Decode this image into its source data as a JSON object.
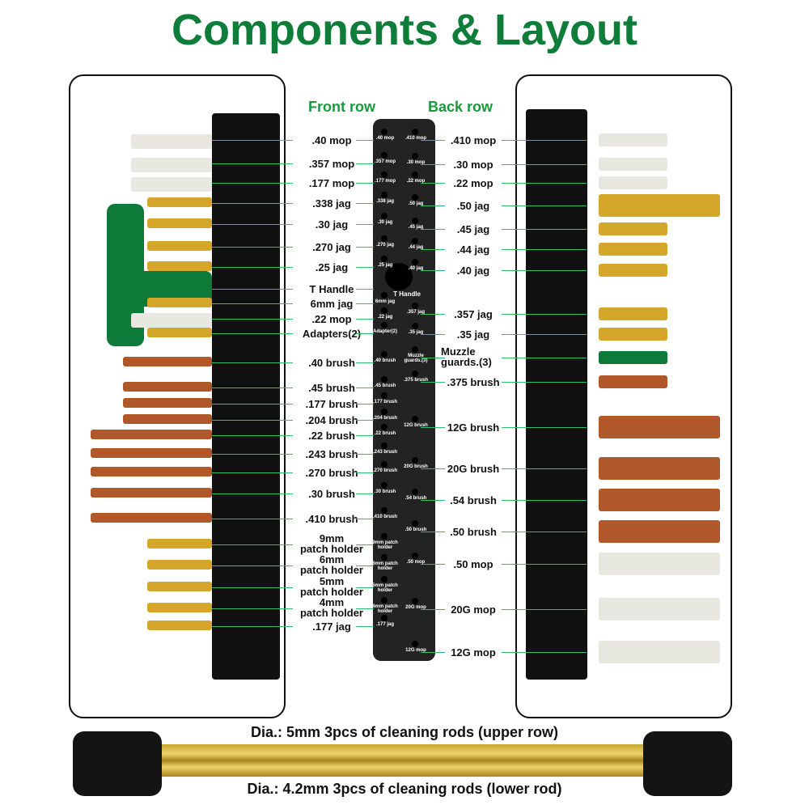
{
  "title": "Components & Layout",
  "headers": {
    "front": "Front row",
    "back": "Back row"
  },
  "front_labels": [
    ".40 mop",
    ".357 mop",
    ".177 mop",
    ".338 jag",
    ".30 jag",
    ".270 jag",
    ".25 jag",
    "T Handle",
    "6mm jag",
    ".22 mop",
    "Adapters(2)",
    ".40 brush",
    ".45 brush",
    ".177 brush",
    ".204 brush",
    ".22 brush",
    ".243 brush",
    ".270 brush",
    ".30 brush",
    ".410 brush",
    "9mm\npatch holder",
    "6mm\npatch holder",
    "5mm\npatch holder",
    "4mm\npatch holder",
    ".177 jag"
  ],
  "back_labels": [
    ".410 mop",
    ".30 mop",
    ".22 mop",
    ".50 jag",
    ".45 jag",
    ".44 jag",
    ".40 jag",
    ".357 jag",
    ".35 jag",
    "Muzzle\nguards.(3)",
    ".375 brush",
    "12G brush",
    "20G brush",
    ".54 brush",
    ".50 brush",
    ".50 mop",
    "20G mop",
    "12G mop"
  ],
  "plate": {
    "center": "T Handle",
    "front": [
      ".40 mop",
      ".357 mop",
      ".177 mop",
      ".338 jag",
      ".30 jag",
      ".270 jag",
      ".25 jag",
      "6mm jag",
      ".22 jag",
      "Adapter(2)",
      ".40 brush",
      ".45 brush",
      ".177 brush",
      ".204 brush",
      ".22 brush",
      ".243 brush",
      ".270 brush",
      ".30 brush",
      ".410 brush",
      "9mm patch holder",
      "6mm patch holder",
      "5mm patch holder",
      "4mm patch holder",
      ".177 jag"
    ],
    "back": [
      ".410 mop",
      ".30 mop",
      ".22 mop",
      ".50 jag",
      ".45 jag",
      ".44 jag",
      ".40 jag",
      ".357 jag",
      ".35 jag",
      "Muzzle guards.(3)",
      ".375 brush",
      "12G brush",
      "20G brush",
      ".54 brush",
      ".50 brush",
      ".50 mop",
      "20G mop",
      "12G mop"
    ]
  },
  "captions": {
    "upper": "Dia.: 5mm 3pcs of cleaning rods (upper row)",
    "lower": "Dia.: 4.2mm 3pcs of cleaning rods (lower rod)"
  },
  "colors": {
    "title": "#0f7d3a",
    "line": "#2fbf6a",
    "mop": "#e8e8e0",
    "jag": "#d4a62a",
    "brush": "#b0582a",
    "handle": "#0d7a3a"
  }
}
